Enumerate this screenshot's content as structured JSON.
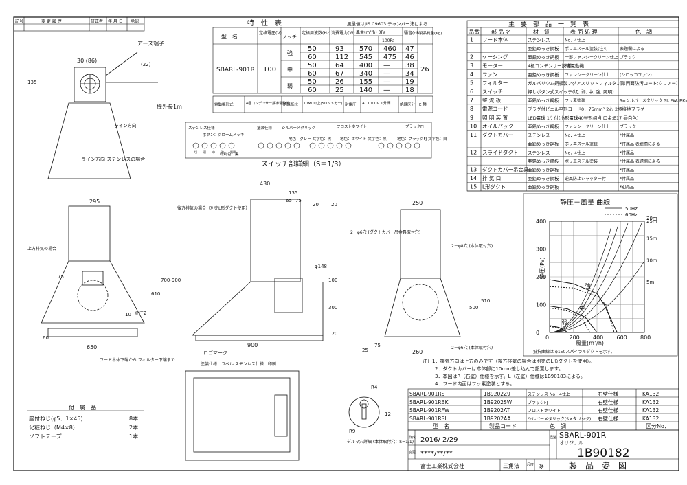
{
  "revision_table": {
    "headers": [
      "記号",
      "変 更 履 歴",
      "訂正者",
      "年 月 日",
      "承認"
    ]
  },
  "spec": {
    "title": "特　性　表",
    "note": "風量値はJIS C9603 チャンバー法による",
    "headers": [
      "型　名",
      "定格電圧(V)",
      "ノッチ",
      "定格周波数(Hz)",
      "消費電力(W)",
      "風量(m³/h) 0Pa",
      "100Pa",
      "騒音(dB)",
      "製品質量(Kg)"
    ],
    "model": "SBARL-901R",
    "voltage": "100",
    "weight": "26",
    "notches": [
      "強",
      "中",
      "弱"
    ],
    "rows": [
      [
        "50",
        "93",
        "570",
        "460",
        "47"
      ],
      [
        "60",
        "112",
        "545",
        "475",
        "46"
      ],
      [
        "50",
        "64",
        "400",
        "—",
        "38"
      ],
      [
        "60",
        "67",
        "340",
        "—",
        "34"
      ],
      [
        "50",
        "26",
        "155",
        "—",
        "19"
      ],
      [
        "60",
        "25",
        "140",
        "—",
        "18"
      ]
    ],
    "footer": [
      "電動機形式",
      "4極コンデンサー誘導電動機",
      "絶縁抵抗",
      "10MΩ以上(500Vメガー)",
      "耐電圧",
      "AC1000V 1分間",
      "絶縁区分",
      "E 種"
    ]
  },
  "parts": {
    "title": "主　要　部　品　一　覧　表",
    "headers": [
      "品番",
      "部 品 名",
      "材　質",
      "表 面 処 理",
      "色　調"
    ],
    "rows": [
      [
        "1",
        "フード本体",
        "ステンレス",
        "No．4仕上",
        ""
      ],
      [
        "",
        "",
        "亜鉛めっき鋼板",
        "ポリエステル塗装(注4)",
        "表題欄による"
      ],
      [
        "2",
        "ケーシング",
        "亜鉛めっき鋼板",
        "一部ファンシークリーン仕上",
        "ブラック"
      ],
      [
        "3",
        "モーター",
        "4極コンデンサー誘導電動機",
        "E種",
        ""
      ],
      [
        "4",
        "ファン",
        "亜鉛めっき鋼板",
        "ファンシークリーン仕上",
        "(シロッコファン)"
      ],
      [
        "5",
        "フィルター",
        "ガルバリウム鋼板製アグアスリットフィルタ1個(両面防汚コート:クリアー)",
        "",
        ""
      ],
      [
        "6",
        "スイッチ",
        "押しボタン式スイッチ(切, 弱, 中, 強, 照明)",
        "",
        ""
      ],
      [
        "7",
        "整 流 板",
        "亜鉛めっき鋼板",
        "フッ素塗装",
        "S=シルバーメタリック SI, FW, BK=表題欄による"
      ],
      [
        "8",
        "電源コード",
        "プラグ付ビニル平形コード0．75mm² 2心 2極接地プラグ",
        "",
        ""
      ],
      [
        "9",
        "照 明 装 置",
        "LED電球 1ケ付(小形電球40W形相当 口金:E17 昼白色)",
        "",
        ""
      ],
      [
        "10",
        "オイルパック",
        "亜鉛めっき鋼板",
        "ファンシークリーン仕上",
        "ブラック"
      ],
      [
        "11",
        "ダクトカバー",
        "ステンレス",
        "No．4仕上",
        "*付属品"
      ],
      [
        "",
        "",
        "亜鉛めっき鋼板",
        "ポリエステル塗装",
        "*付属品 表題欄による"
      ],
      [
        "12",
        "スライドダクト",
        "ステンレス",
        "No．4仕上",
        "*付属品"
      ],
      [
        "",
        "",
        "亜鉛めっき鋼板",
        "ポリエステル塗装",
        "*付属品 表題欄による"
      ],
      [
        "13",
        "ダクトカバー吊金具",
        "亜鉛めっき鋼板",
        "",
        "*付属品"
      ],
      [
        "14",
        "排 気 口",
        "亜鉛めっき鋼板",
        "逆風防止シャッター付",
        "*付属品"
      ],
      [
        "15",
        "L形ダクト",
        "亜鉛めっき鋼板",
        "",
        "*別売品"
      ]
    ]
  },
  "chart_data": {
    "type": "line",
    "title": "静圧－風量 曲線",
    "xlabel": "風量(m³/h)",
    "ylabel": "静圧(Pa)",
    "xlim": [
      0,
      800
    ],
    "ylim": [
      0,
      400
    ],
    "x_ticks": [
      "0",
      "200",
      "400",
      "600",
      "800"
    ],
    "y_ticks": [
      "0",
      "100",
      "200",
      "300",
      "400"
    ],
    "legend": [
      {
        "label": "50Hz",
        "style": "solid"
      },
      {
        "label": "60Hz",
        "style": "dotted"
      }
    ],
    "notch_labels": [
      "強",
      "中",
      "弱"
    ],
    "resistance_labels": [
      "25m",
      "20m",
      "15m",
      "10m",
      "5m"
    ],
    "note": "抵抗曲線は φ150スパイラルダクトを示す。",
    "series": [
      {
        "name": "強",
        "style": "solid",
        "x": [
          0,
          200,
          400,
          460,
          570
        ],
        "y": [
          190,
          175,
          140,
          100,
          0
        ]
      },
      {
        "name": "強",
        "style": "dotted",
        "x": [
          0,
          200,
          400,
          475,
          545
        ],
        "y": [
          165,
          160,
          130,
          100,
          0
        ]
      },
      {
        "name": "中",
        "style": "solid",
        "x": [
          0,
          150,
          300,
          400
        ],
        "y": [
          95,
          85,
          55,
          0
        ]
      },
      {
        "name": "中",
        "style": "dotted",
        "x": [
          0,
          150,
          280,
          340
        ],
        "y": [
          88,
          80,
          45,
          0
        ]
      },
      {
        "name": "弱",
        "style": "solid",
        "x": [
          0,
          80,
          155
        ],
        "y": [
          25,
          18,
          0
        ]
      },
      {
        "name": "弱",
        "style": "dotted",
        "x": [
          0,
          80,
          140
        ],
        "y": [
          22,
          15,
          0
        ]
      }
    ],
    "resistance": [
      {
        "name": "25m",
        "k": 0.0014
      },
      {
        "name": "20m",
        "k": 0.00115
      },
      {
        "name": "15m",
        "k": 0.0009
      },
      {
        "name": "10m",
        "k": 0.00065
      },
      {
        "name": "5m",
        "k": 0.0004
      }
    ]
  },
  "drawing": {
    "earth_terminal": "アース端子",
    "cord_length": "機外長1m",
    "dim_30_86": "30 (86)",
    "dim_22": "(22)",
    "dim_135": "135",
    "line_direction": "ライン方向",
    "line_direction_stainless": "ライン方向 ステンレスの場合",
    "dims_front": [
      "295",
      "75",
      "610",
      "700-900",
      "10",
      "60",
      "650"
    ],
    "dims_side": [
      "430",
      "135",
      "65",
      "75",
      "20",
      "20",
      "φ148",
      "100",
      "300",
      "120",
      "900"
    ],
    "dims_top": [
      "250",
      "500",
      "510",
      "75",
      "260",
      "25"
    ],
    "upper_exhaust": "上方排気の場合",
    "rear_exhaust": "後方排気の場合（別売L形ダクト使用）",
    "note2": "※注2",
    "hood_bottom_to_filter": "フード本体下端から フィルター下端まで",
    "logo_mark": "ロゴマーク",
    "logo_spec": "塗装仕様：ラベル ステンレス仕様：印刷",
    "hole_6_top": "2－φ6穴 (ダクトカバー吊金具取付穴)",
    "hole_8": "2－φ8穴 (本体取付穴)",
    "hole_6_bottom": "2－φ6穴 (本体取付穴)",
    "keyhole_detail": "ダルマ穴詳細 (本体取付穴：S=1/1)",
    "keyhole_r4": "R4",
    "keyhole_r9": "R9",
    "keyhole_dim": "12",
    "switch_detail_title": "スイッチ部詳細（S＝1/3）",
    "switch_labels": [
      "ステンレス仕様",
      "ボタン：クロームメッキ",
      "印刷色：黒",
      "塗装仕様",
      "シルバーメタリック",
      "地色：グレー 文字色：黒",
      "フロストホワイト",
      "地色：ホワイト 文字色：黒",
      "ブラックFJ",
      "地色：ブラックFJ 文字色：白"
    ],
    "switch_marks": [
      "切",
      "弱",
      "中",
      "強",
      "照明"
    ]
  },
  "accessories": {
    "title": "付　属　品",
    "items": [
      {
        "name": "座付ねじ(φ5．1×45)",
        "qty": "8本"
      },
      {
        "name": "化粧ねじ（M4×8）",
        "qty": "2本"
      },
      {
        "name": "ソフトテープ",
        "qty": "1本"
      }
    ]
  },
  "notes": [
    "注）1．排気方向は上方のみです（後方排気の場合は別売のL形ダクトを使用）。",
    "2．ダクトカバーは本体部に10mm差し込んで設置します。",
    "3．本図はR（右壁）仕様を示す。L（左壁）仕様は1B90183による。",
    "4．フード内面はフッ素塗装とする。"
  ],
  "models": [
    [
      "SBARL-901RS",
      "1B9202Z9",
      "ステンレス No．4仕上",
      "右壁仕様",
      "KA132"
    ],
    [
      "SBARL-901RBK",
      "1B9202SW",
      "ブラックFJ",
      "右壁仕様",
      "KA132"
    ],
    [
      "SBARL-901RFW",
      "1B9202AT",
      "フロストホワイト",
      "右壁仕様",
      "KA132"
    ],
    [
      "SBARL-901RSI",
      "1B9202AA",
      "シルバーメタリック(Sメタリック)",
      "右壁仕様",
      "KA132"
    ]
  ],
  "models_header": [
    "型　名",
    "製品コード",
    "色　調",
    "",
    "区分No．"
  ],
  "title_block": {
    "made_label": "作成",
    "date": "2016/ 2/29",
    "revision_label": "変更",
    "revision": "****/**/**",
    "model_label": "型名",
    "model": "SBARL-901R",
    "sub": "オリジナル",
    "drawing_no": "1B90182",
    "company": "富士工業株式会社",
    "projection": "三角法",
    "scale_label": "尺度",
    "scale": "※",
    "drawing_name": "製　品　姿　図"
  }
}
